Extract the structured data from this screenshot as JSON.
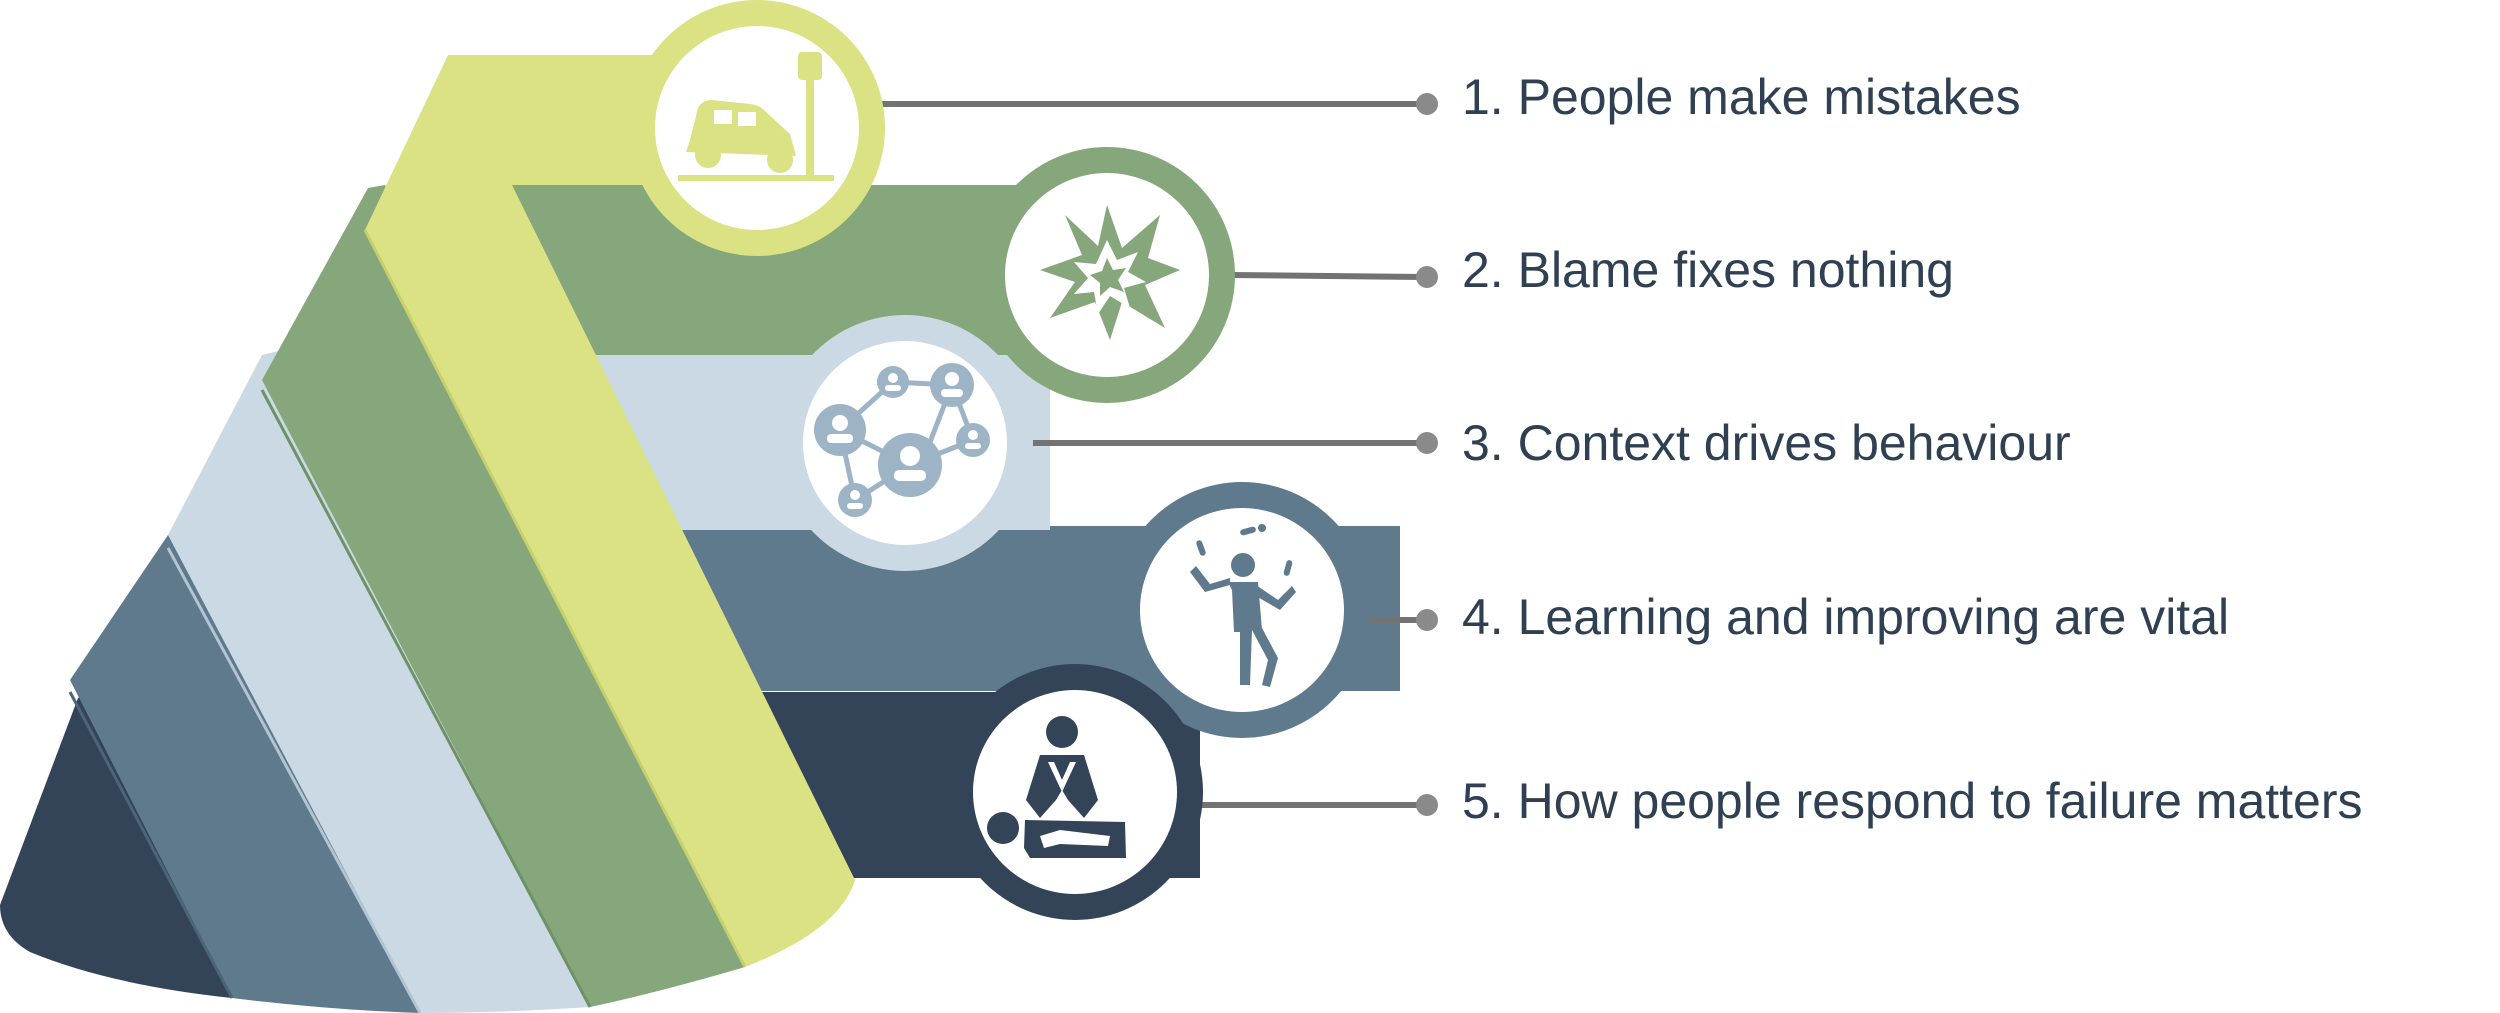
{
  "principles": [
    {
      "label": "1. People make mistakes",
      "icon": "car-crash-icon",
      "color": "#dbe283"
    },
    {
      "label": "2. Blame fixes nothing",
      "icon": "explosion-icon",
      "color": "#85a77b"
    },
    {
      "label": "3. Context drives behaviour",
      "icon": "network-icon",
      "color": "#cbd9e4"
    },
    {
      "label": "4. Learning and improving are vital",
      "icon": "juggler-icon",
      "color": "#5f7a8d"
    },
    {
      "label": "5. How people respond to failure matters",
      "icon": "cpr-icon",
      "color": "#334459"
    }
  ],
  "colors": {
    "text": "#2f4052",
    "connector": "#737373",
    "dot": "#8a8a8a"
  }
}
